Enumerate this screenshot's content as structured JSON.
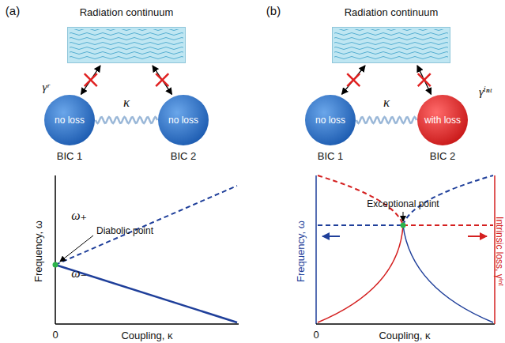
{
  "diagram": {
    "nodes": [
      {
        "text": [
          "Radiation continuum"
        ]
      },
      {
        "text": [
          "no loss",
          "BIC 1"
        ]
      },
      {
        "text": [
          "no loss",
          "BIC 2"
        ]
      },
      {
        "text": [
          "Radiation continuum"
        ]
      },
      {
        "text": [
          "no loss",
          "BIC 1"
        ]
      },
      {
        "text": [
          "with loss",
          "BIC 2"
        ]
      }
    ],
    "edges": [
      {
        "from": 1,
        "to": 0,
        "arrow": "both"
      },
      {
        "from": 2,
        "to": 0,
        "arrow": "both"
      },
      {
        "from": 1,
        "to": 2,
        "label": "κ",
        "arrow": "none"
      },
      {
        "from": 4,
        "to": 3,
        "arrow": "both"
      },
      {
        "from": 5,
        "to": 3,
        "arrow": "both"
      },
      {
        "from": 4,
        "to": 5,
        "label": "κ",
        "arrow": "none"
      }
    ],
    "labels": [
      "(a)",
      "γʳ",
      "Frequency, ω",
      "ω₊",
      "ω₋",
      "Diabolic point",
      "0",
      "Coupling, κ",
      "(b)",
      "γⁱⁿᵗ",
      "Frequency, ω",
      "Intrinsic loss, γⁱⁿᵗ",
      "Exceptional point",
      "0",
      "Coupling, κ"
    ]
  }
}
